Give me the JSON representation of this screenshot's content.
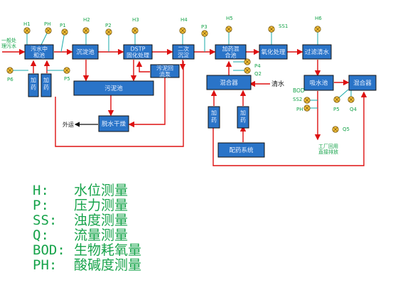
{
  "colors": {
    "box_fill": "#2a74c8",
    "box_stroke": "#111111",
    "box_text": "#e8f0ff",
    "pipe_red": "#dd1111",
    "sensor_line": "#18a9a9",
    "sensor_fill": "#f6c23a",
    "label_green": "#16a34a",
    "plain_text": "#111111"
  },
  "diagram": {
    "boxes": [
      {
        "id": "neutral",
        "label": "污水中和池"
      },
      {
        "id": "sediment",
        "label": "沉淀池"
      },
      {
        "id": "dstp",
        "label": "DSTP固化处理"
      },
      {
        "id": "secondary",
        "label": "二次沉淀"
      },
      {
        "id": "mix_pool",
        "label": "加药混合池"
      },
      {
        "id": "oxidation",
        "label": "氧化处理"
      },
      {
        "id": "filter_clean",
        "label": "过滤清水"
      },
      {
        "id": "add_left",
        "label": "加药"
      },
      {
        "id": "add_right",
        "label": "加药"
      },
      {
        "id": "sludge",
        "label": "污泥池"
      },
      {
        "id": "sludge_return",
        "label": "污泥回流泵"
      },
      {
        "id": "dewater",
        "label": "脱水干燥"
      },
      {
        "id": "mixer_mid",
        "label": "混合器"
      },
      {
        "id": "add_b1",
        "label": "加药"
      },
      {
        "id": "add_b2",
        "label": "加药"
      },
      {
        "id": "dosing",
        "label": "配药系统"
      },
      {
        "id": "suction",
        "label": "吸水池"
      },
      {
        "id": "mixer_right",
        "label": "混合器"
      }
    ],
    "sensors": [
      "H1",
      "PH",
      "P1",
      "H2",
      "P2",
      "H3",
      "H4",
      "P3",
      "H5",
      "SS1",
      "H6",
      "P4",
      "Q2",
      "P6",
      "P5",
      "SS2",
      "PH",
      "P5",
      "Q4",
      "Q5"
    ],
    "text_labels": {
      "inflow": "一般处理污水",
      "clean_water": "清水",
      "waste_out": "外运",
      "bod": "BOD",
      "factory_out": "工厂回用直接排放"
    }
  },
  "legend": [
    {
      "key": "H:",
      "desc": "水位测量"
    },
    {
      "key": "P:",
      "desc": "压力测量"
    },
    {
      "key": "SS:",
      "desc": "浊度测量"
    },
    {
      "key": "Q:",
      "desc": "流量测量"
    },
    {
      "key": "BOD:",
      "desc": "生物耗氧量"
    },
    {
      "key": "PH:",
      "desc": "酸碱度测量"
    }
  ]
}
